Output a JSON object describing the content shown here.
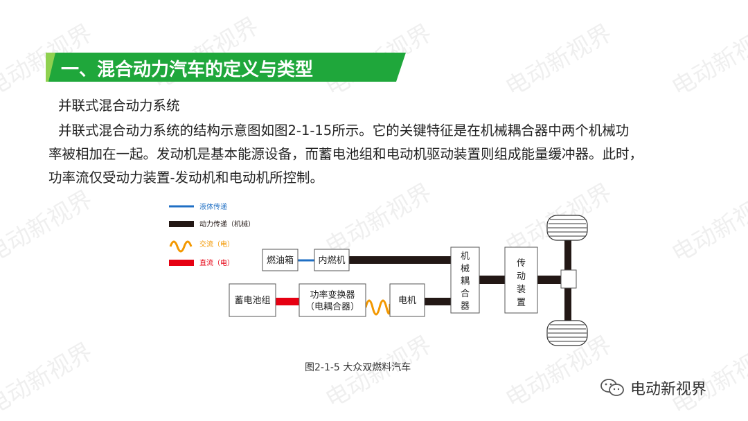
{
  "heading": "一、混合动力汽车的定义与类型",
  "body": {
    "subtitle": "并联式混合动力系统",
    "line1": "并联式混合动力系统的结构示意图如图2-1-15所示。它的关键特征是在机械耦合器中两个机械功",
    "line2": "率被相加在一起。发动机是基本能源设备，而蓄电池组和电动机驱动装置则组成能量缓冲器。此时，",
    "line3": "功率流仅受动力装置-发动机和电动机所控制。"
  },
  "diagram": {
    "legend": {
      "liquid": "液体传递",
      "mechanical": "动力传递（机械）",
      "ac": "交流（电）",
      "dc": "直流（电）"
    },
    "boxes": {
      "fuel_tank": "燃油箱",
      "engine": "内燃机",
      "battery": "蓄电池组",
      "converter_line1": "功率变换器",
      "converter_line2": "（电耦合器）",
      "motor": "电机",
      "coupler": [
        "机",
        "械",
        "耦",
        "合",
        "器"
      ],
      "transmission": [
        "传",
        "动",
        "装",
        "置"
      ]
    },
    "colors": {
      "liquid": "#1f6fc4",
      "mechanical": "#231815",
      "ac": "#f39800",
      "dc": "#e60012"
    },
    "caption": "图2-1-5  大众双燃料汽车"
  },
  "watermark": "电动新视界",
  "brand": {
    "name": "电动新视界",
    "icon": "wechat-icon"
  },
  "theme": {
    "title_green": "#1fa73b",
    "title_light": "#8fd14f"
  }
}
